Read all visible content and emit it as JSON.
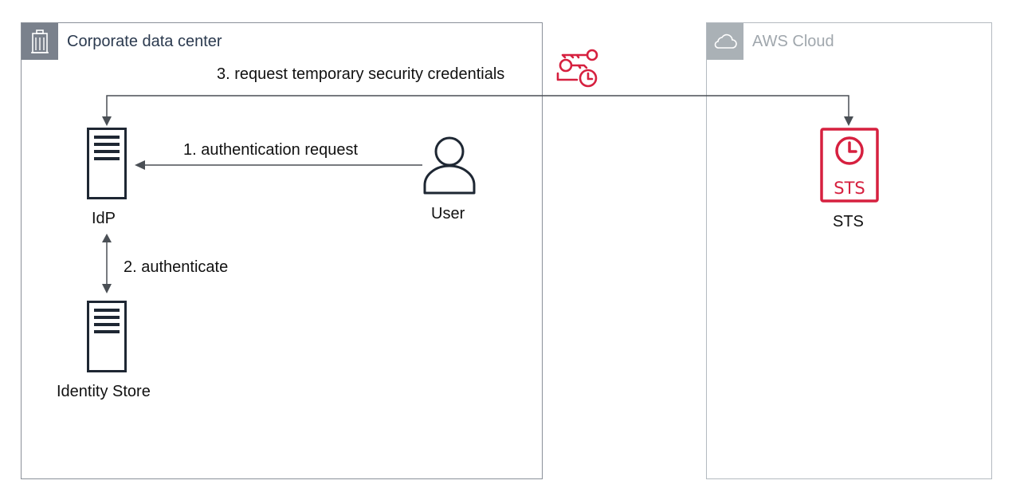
{
  "groups": {
    "corporate": {
      "label": "Corporate data center",
      "icon": "building-icon"
    },
    "aws": {
      "label": "AWS Cloud",
      "icon": "cloud-icon"
    }
  },
  "nodes": {
    "idp": {
      "label": "IdP",
      "icon": "server-icon"
    },
    "identity_store": {
      "label": "Identity Store",
      "icon": "server-icon"
    },
    "user": {
      "label": "User",
      "icon": "user-icon"
    },
    "sts": {
      "label": "STS",
      "badge": "STS",
      "icon": "sts-service-icon"
    }
  },
  "edges": {
    "auth_request": {
      "label": "1. authentication request"
    },
    "authenticate": {
      "label": "2. authenticate"
    },
    "request_credentials": {
      "label": "3. request temporary security credentials",
      "icon": "temporary-credentials-icon"
    }
  },
  "colors": {
    "sts_red": "#d6203f",
    "arrow": "#4a4f55",
    "corp_border": "#8a9099",
    "aws_border": "#b4bac0"
  }
}
